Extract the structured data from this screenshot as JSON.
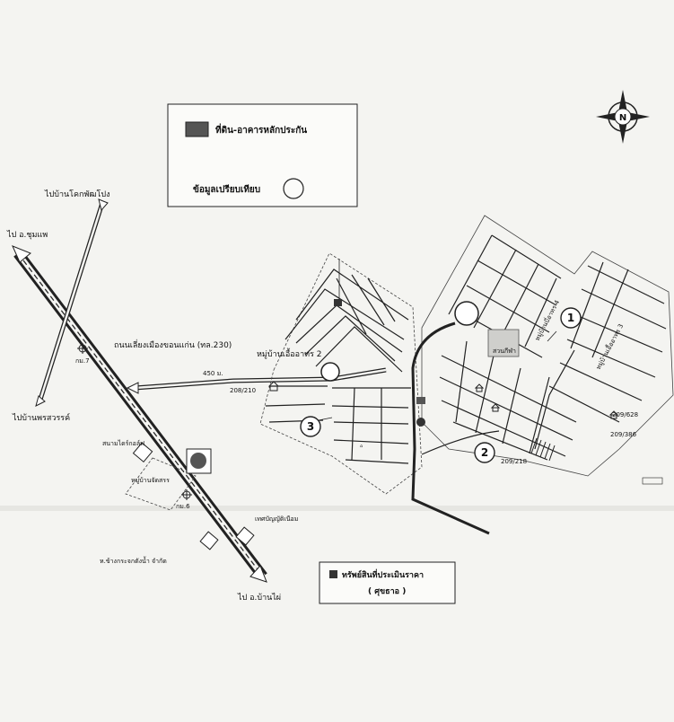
{
  "legend": {
    "collateral_label": "ที่ดิน-อาคารหลักประกัน",
    "comparable_label": "ข้อมูลเปรียบเทียบ"
  },
  "appraised_box": {
    "line1": "ทรัพย์สินที่ประเมินราคา",
    "line2": "( ศุขธาอ )"
  },
  "compass": {
    "letter": "N"
  },
  "places": {
    "to_phon_pho": "ไปบ้านโคกพัฒโปง",
    "to_chum_phae": "ไป อ.ชุมแพ",
    "highway": "ถนนเลี่ยงเมืองขอนแก่น (ทล.230)",
    "km7": "กม.7",
    "to_phon_sawan": "ไปบ้านพรสวรรค์",
    "distance": "450 ม.",
    "village_ua_athon": "หมู่บ้านเอื้ออาทร 2",
    "lot_208": "208/210",
    "stadium": "สนามไดร์กอล์ฟ",
    "village_jatsan": "หมู่บ้านจัดสรร",
    "km6": "กม.6",
    "sriphan_shop": "ห.ข้างกระจกตังน้ำ จำกัด",
    "thanaporn": "เทศบัญญัติเนือม",
    "to_ban_phai": "ไป อ.บ้านไผ่",
    "park": "สวนกีฬา",
    "village_4": "หมู่บ้านบี่อาทร 4",
    "village_3": "หมู่บ้านเอื้ออาทร 3",
    "lot_209_628": "209/628",
    "lot_209_386": "209/386",
    "lot_209_218": "209/218"
  },
  "markers": [
    "1",
    "2",
    "3"
  ]
}
